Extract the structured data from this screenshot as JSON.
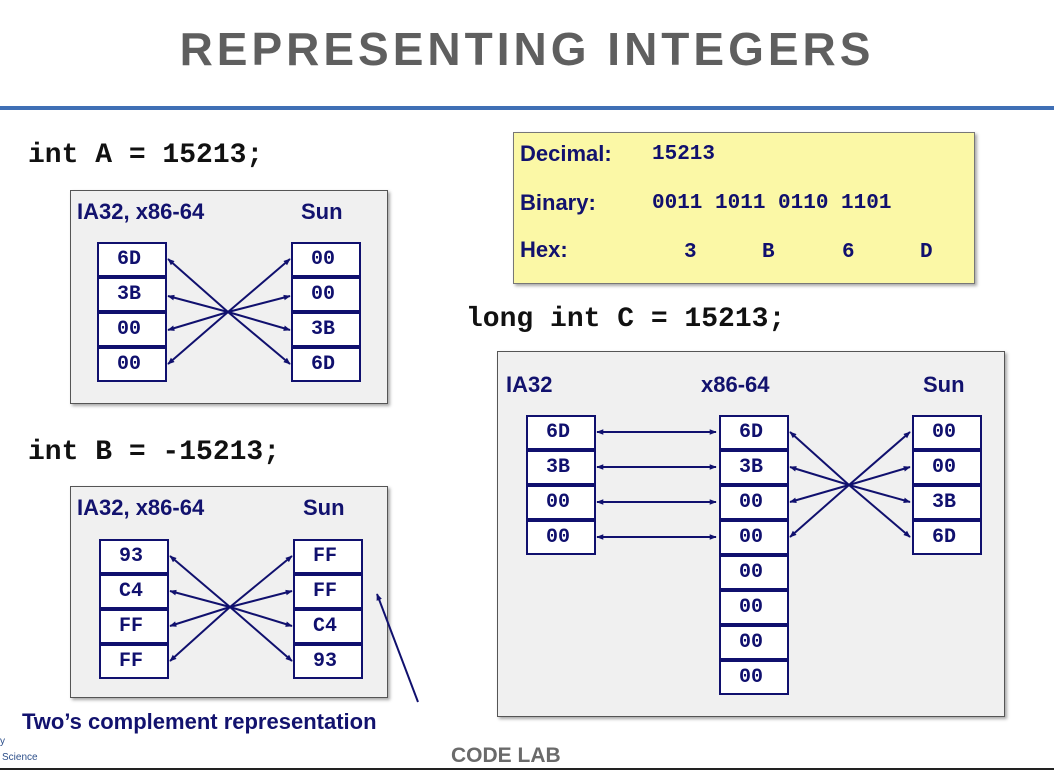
{
  "title": "REPRESENTING INTEGERS",
  "declA": "int A = 15213;",
  "declB": "int B = -15213;",
  "declC": "long int C = 15213;",
  "boxA": {
    "leftLabel": "IA32, x86-64",
    "rightLabel": "Sun",
    "left": [
      "6D",
      "3B",
      "00",
      "00"
    ],
    "right": [
      "00",
      "00",
      "3B",
      "6D"
    ]
  },
  "boxB": {
    "leftLabel": "IA32, x86-64",
    "rightLabel": "Sun",
    "left": [
      "93",
      "C4",
      "FF",
      "FF"
    ],
    "right": [
      "FF",
      "FF",
      "C4",
      "93"
    ]
  },
  "boxC": {
    "label1": "IA32",
    "label2": "x86-64",
    "label3": "Sun",
    "ia32": [
      "6D",
      "3B",
      "00",
      "00"
    ],
    "x86": [
      "6D",
      "3B",
      "00",
      "00",
      "00",
      "00",
      "00",
      "00"
    ],
    "sun": [
      "00",
      "00",
      "3B",
      "6D"
    ]
  },
  "conversion": {
    "decimalLabel": "Decimal:",
    "decimalValue": "15213",
    "binaryLabel": "Binary:",
    "binaryValue": "0011 1011 0110 1101",
    "hexLabel": "Hex:",
    "hexDigits": [
      "3",
      "B",
      "6",
      "D"
    ]
  },
  "caption": "Two’s complement representation",
  "footer": "CODE LAB",
  "corner": {
    "line1": "y",
    "line2": "Science"
  },
  "colors": {
    "accent": "#3f6fb5",
    "navy": "#10106e",
    "yellow": "#fbf8a6"
  }
}
